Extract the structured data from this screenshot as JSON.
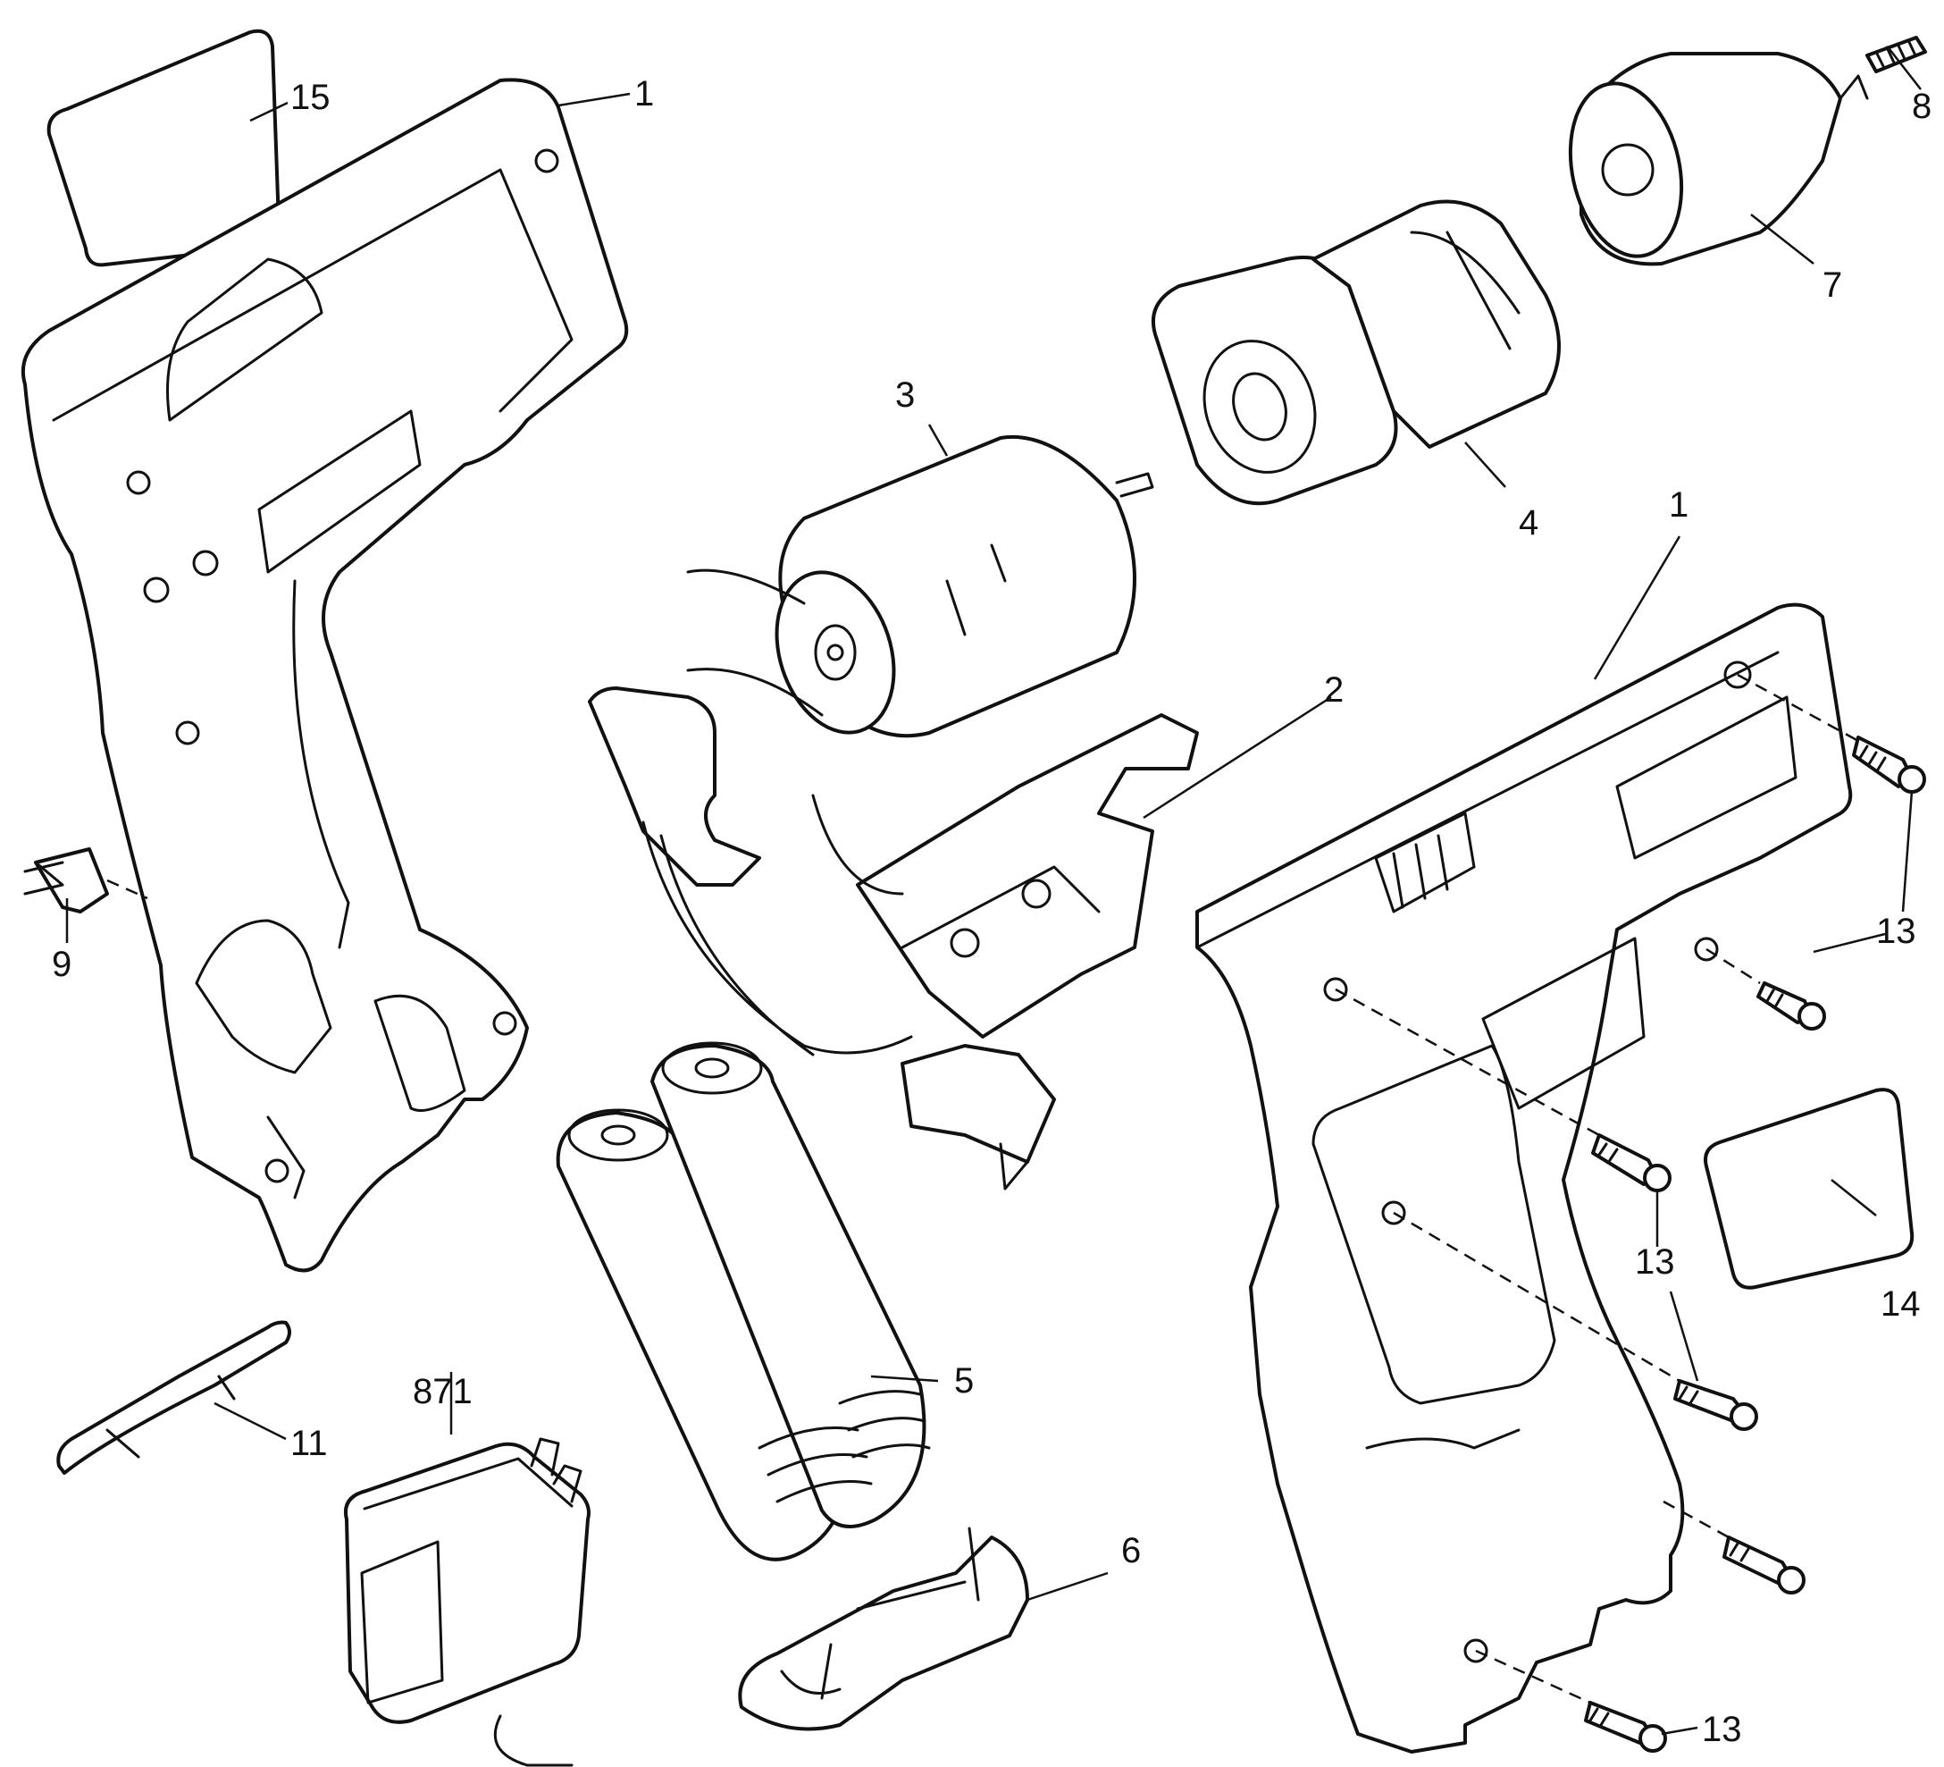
{
  "diagram": {
    "callouts": {
      "c1_left": "1",
      "c1_right": "1",
      "c2": "2",
      "c3": "3",
      "c4": "4",
      "c5": "5",
      "c6": "6",
      "c7": "7",
      "c8": "8",
      "c9": "9",
      "c11": "11",
      "c13_a": "13",
      "c13_b": "13",
      "c13_c": "13",
      "c14": "14",
      "c15": "15",
      "c871": "871"
    }
  }
}
